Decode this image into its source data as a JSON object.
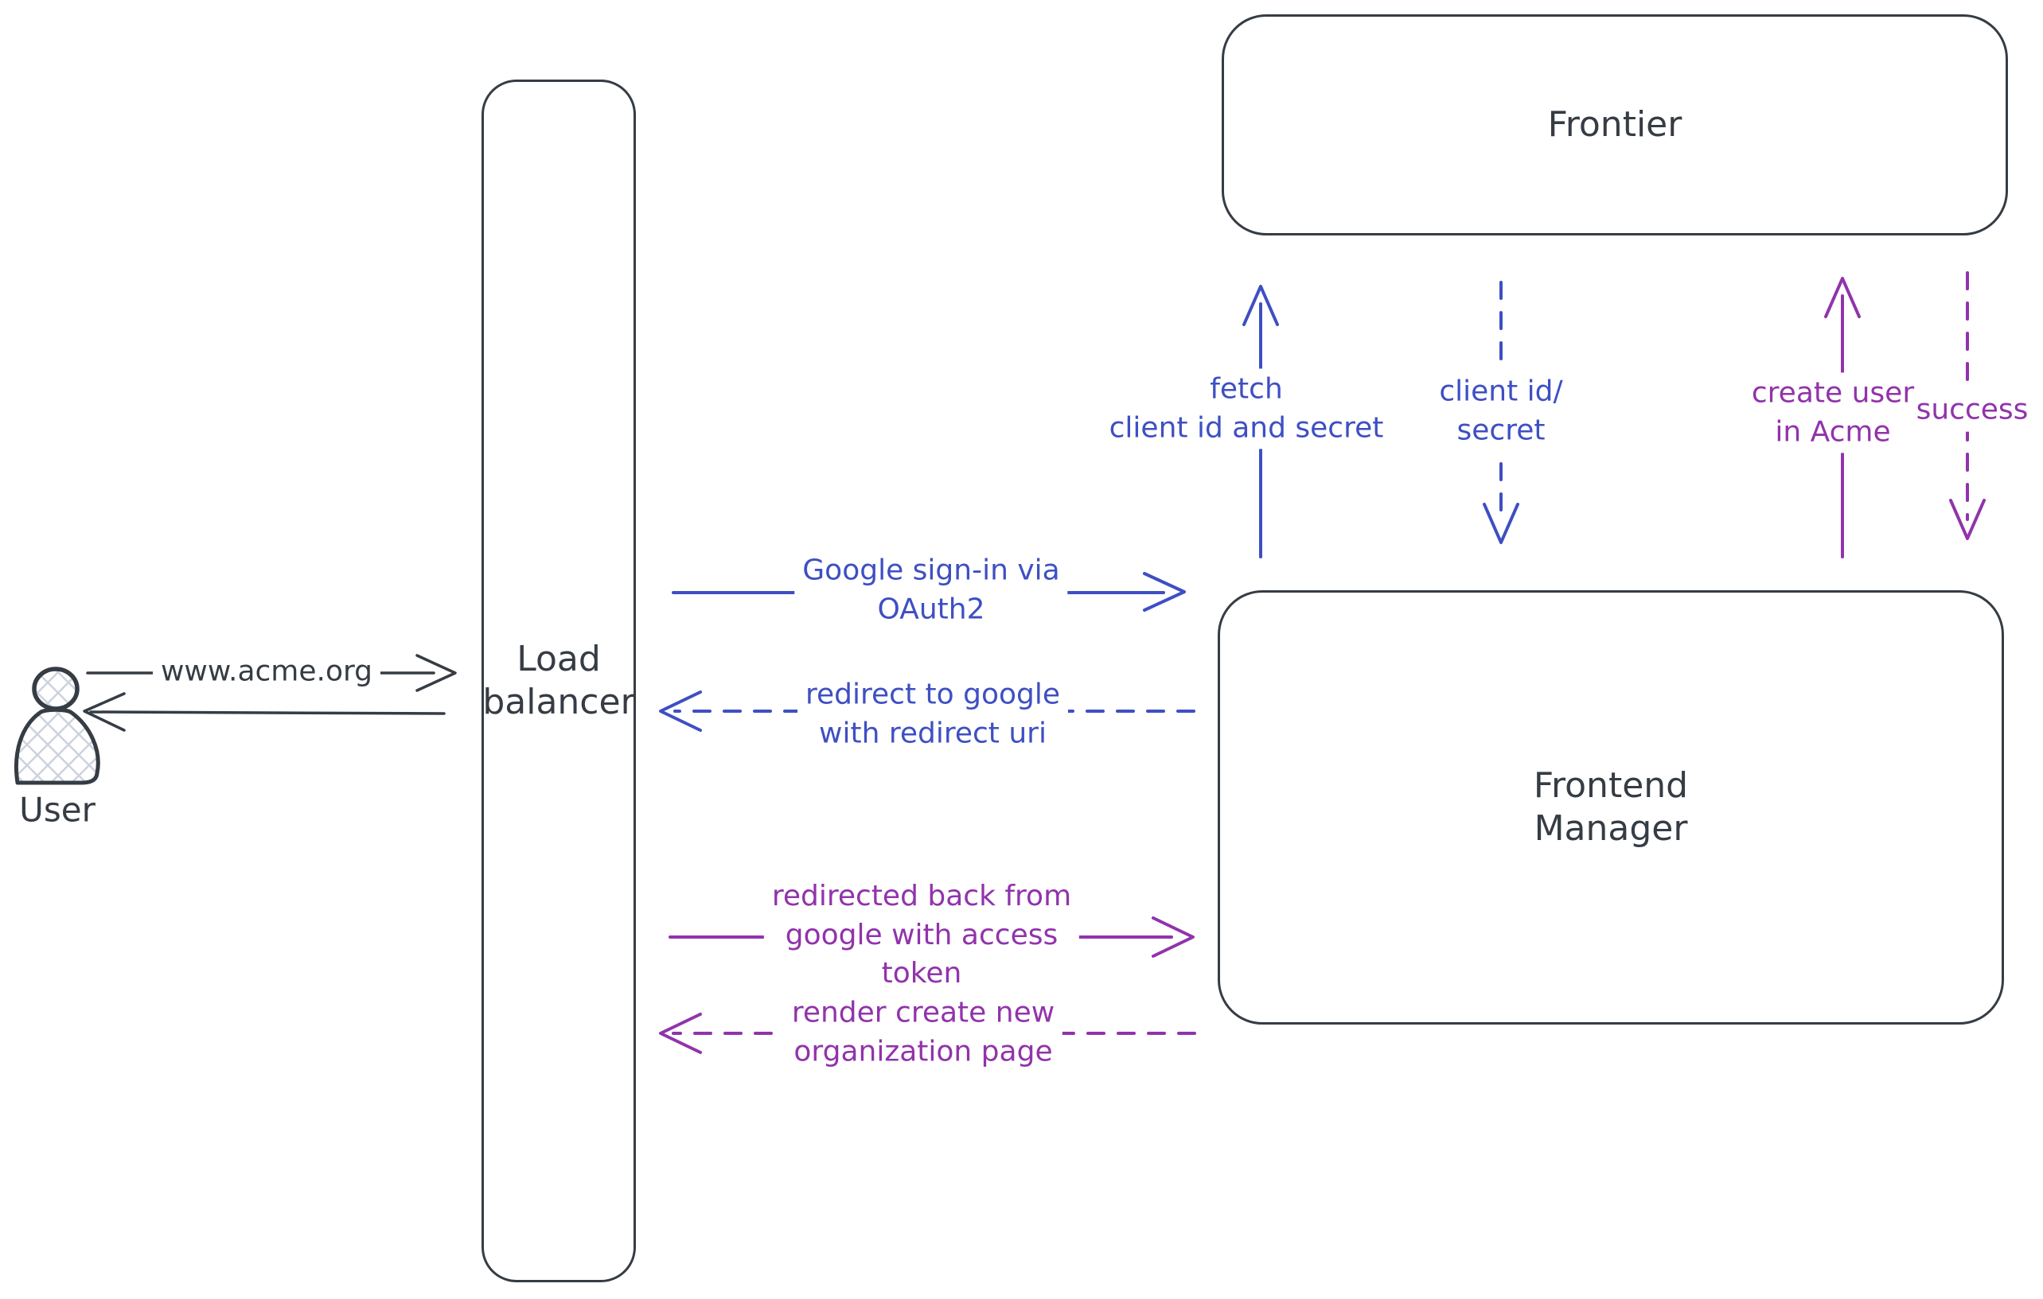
{
  "diagram": {
    "background": "#ffffff",
    "colors": {
      "stroke_dark": "#363c44",
      "stroke_blue": "#3e4fc3",
      "stroke_purple": "#9133ab",
      "user_fill_hatch": "#ccd3de"
    },
    "actors": {
      "user": {
        "label": "User"
      },
      "load_balancer": {
        "label": "Load\nbalancer"
      },
      "frontier": {
        "label": "Frontier"
      },
      "frontend_manager": {
        "label": "Frontend\nManager"
      }
    },
    "messages": {
      "www_acme": {
        "label": "www.acme.org",
        "from": "user",
        "to": "load_balancer",
        "style": "solid",
        "color": "dark"
      },
      "lb_reply": {
        "label": "",
        "from": "load_balancer",
        "to": "user",
        "style": "solid",
        "color": "dark"
      },
      "google_signin": {
        "label": "Google sign-in via\nOAuth2",
        "from": "load_balancer",
        "to": "frontend_manager",
        "style": "solid",
        "color": "blue"
      },
      "redirect_google": {
        "label": "redirect to google\nwith redirect uri",
        "from": "frontend_manager",
        "to": "load_balancer",
        "style": "dashed",
        "color": "blue"
      },
      "redirected_back": {
        "label": "redirected back from\ngoogle with access\ntoken",
        "from": "load_balancer",
        "to": "frontend_manager",
        "style": "solid",
        "color": "purple"
      },
      "render_org_page": {
        "label": "render create new\norganization page",
        "from": "frontend_manager",
        "to": "load_balancer",
        "style": "dashed",
        "color": "purple"
      },
      "fetch_client": {
        "label": "fetch\nclient id and secret",
        "from": "frontend_manager",
        "to": "frontier",
        "style": "solid",
        "color": "blue"
      },
      "client_id_secret": {
        "label": "client id/\nsecret",
        "from": "frontier",
        "to": "frontend_manager",
        "style": "dashed",
        "color": "blue"
      },
      "create_user": {
        "label": "create user\nin Acme",
        "from": "frontend_manager",
        "to": "frontier",
        "style": "solid",
        "color": "purple"
      },
      "success": {
        "label": "success",
        "from": "frontier",
        "to": "frontend_manager",
        "style": "dashed",
        "color": "purple"
      }
    }
  }
}
